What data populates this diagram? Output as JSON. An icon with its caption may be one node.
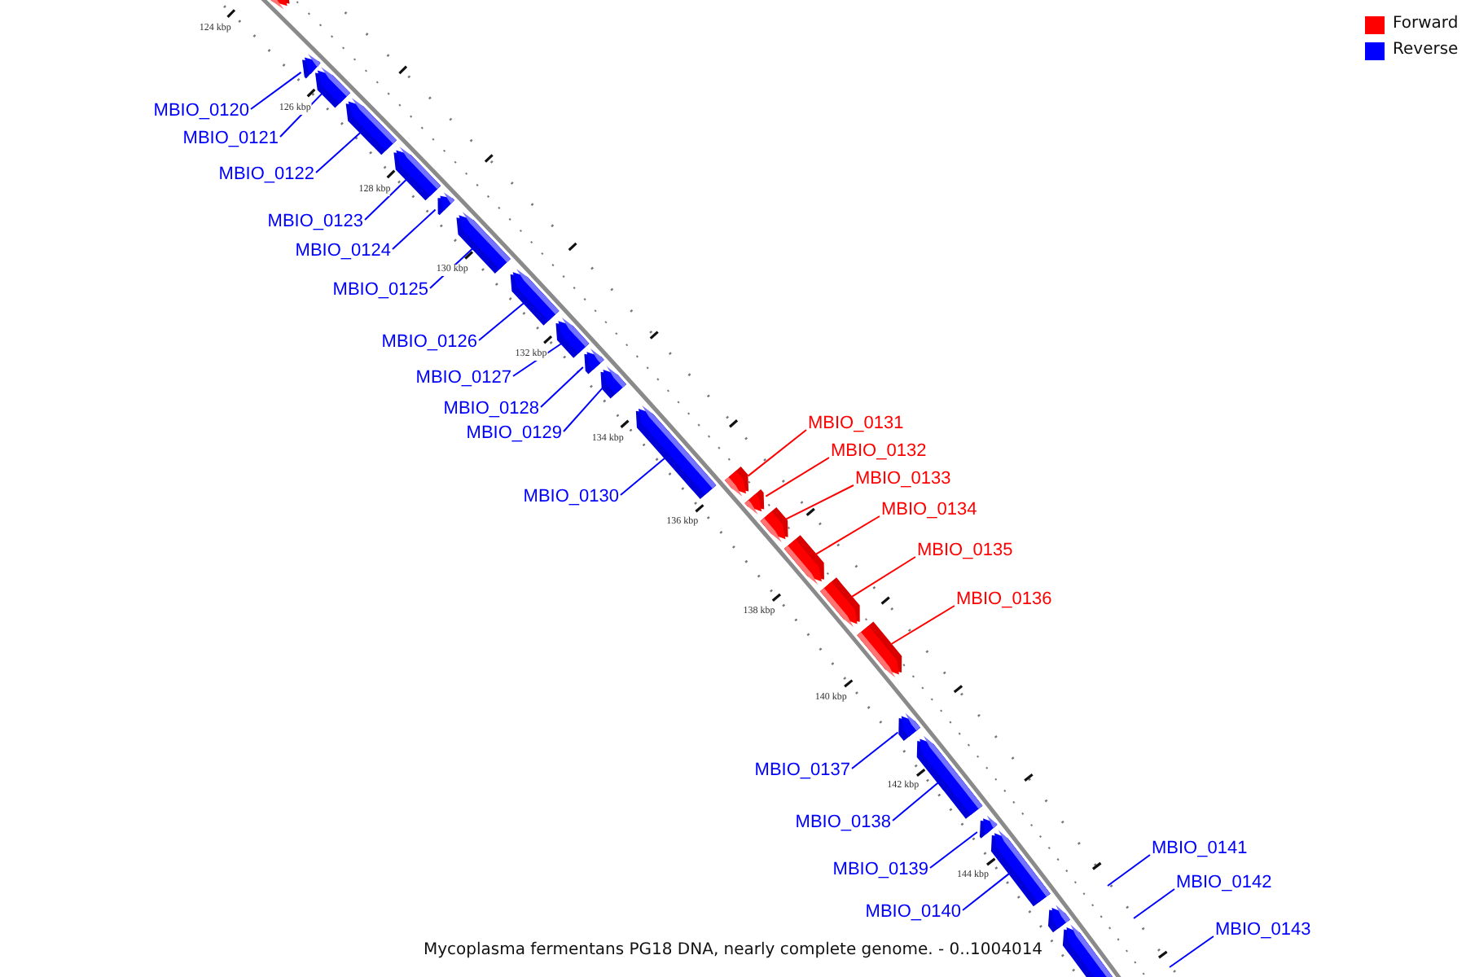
{
  "diagram": {
    "caption": "Mycoplasma fermentans PG18 DNA, nearly complete genome. - 0..1004014",
    "nodes": [
      {
        "text": [
          "MBIO_0120"
        ]
      },
      {
        "text": [
          "MBIO_0121"
        ]
      },
      {
        "text": [
          "MBIO_0122"
        ]
      },
      {
        "text": [
          "MBIO_0123"
        ]
      },
      {
        "text": [
          "MBIO_0124"
        ]
      },
      {
        "text": [
          "MBIO_0125"
        ]
      },
      {
        "text": [
          "MBIO_0126"
        ]
      },
      {
        "text": [
          "MBIO_0127"
        ]
      },
      {
        "text": [
          "MBIO_0128"
        ]
      },
      {
        "text": [
          "MBIO_0129"
        ]
      },
      {
        "text": [
          "MBIO_0130"
        ]
      },
      {
        "text": [
          "MBIO_0131"
        ]
      },
      {
        "text": [
          "MBIO_0132"
        ]
      },
      {
        "text": [
          "MBIO_0133"
        ]
      },
      {
        "text": [
          "MBIO_0134"
        ]
      },
      {
        "text": [
          "MBIO_0135"
        ]
      },
      {
        "text": [
          "MBIO_0136"
        ]
      },
      {
        "text": [
          "MBIO_0137"
        ]
      },
      {
        "text": [
          "MBIO_0138"
        ]
      },
      {
        "text": [
          "MBIO_0139"
        ]
      },
      {
        "text": [
          "MBIO_0140"
        ]
      },
      {
        "text": [
          "MBIO_0141"
        ]
      },
      {
        "text": [
          "MBIO_0142"
        ]
      },
      {
        "text": [
          "MBIO_0143"
        ]
      },
      {
        "text": [],
        "shape": "bar"
      },
      {
        "text": [],
        "shape": "bar"
      },
      {
        "text": [],
        "shape": "bar"
      },
      {
        "text": [],
        "shape": "bar"
      },
      {
        "text": [],
        "shape": "bar"
      },
      {
        "text": [],
        "shape": "bar"
      },
      {
        "text": [],
        "shape": "bar"
      },
      {
        "text": [],
        "shape": "bar"
      },
      {
        "text": [],
        "shape": "bar"
      },
      {
        "text": [],
        "shape": "bar"
      },
      {
        "text": [],
        "shape": "bar"
      },
      {
        "text": [],
        "shape": "bar"
      },
      {
        "text": [],
        "shape": "bar"
      },
      {
        "text": [],
        "shape": "bar"
      },
      {
        "text": [],
        "shape": "bar"
      },
      {
        "text": [],
        "shape": "bar"
      },
      {
        "text": [],
        "shape": "bar"
      },
      {
        "text": [],
        "shape": "bar"
      },
      {
        "text": [],
        "shape": "bar"
      },
      {
        "text": [],
        "shape": "bar"
      },
      {
        "text": [],
        "shape": "bar"
      },
      {
        "text": [],
        "shape": "bar"
      },
      {
        "text": [],
        "shape": "bar"
      },
      {
        "text": [],
        "shape": "bar"
      }
    ],
    "edges": [
      {
        "from": 0,
        "to": 25,
        "arrow": "none"
      },
      {
        "from": 1,
        "to": 26,
        "arrow": "none"
      },
      {
        "from": 2,
        "to": 27,
        "arrow": "none"
      },
      {
        "from": 3,
        "to": 28,
        "arrow": "none"
      },
      {
        "from": 4,
        "to": 29,
        "arrow": "none"
      },
      {
        "from": 5,
        "to": 30,
        "arrow": "none"
      },
      {
        "from": 6,
        "to": 31,
        "arrow": "none"
      },
      {
        "from": 7,
        "to": 32,
        "arrow": "none"
      },
      {
        "from": 8,
        "to": 33,
        "arrow": "none"
      },
      {
        "from": 9,
        "to": 34,
        "arrow": "none"
      },
      {
        "from": 10,
        "to": 35,
        "arrow": "none"
      },
      {
        "from": 11,
        "to": 36,
        "arrow": "none",
        "color": "#ff0000"
      },
      {
        "from": 12,
        "to": 37,
        "arrow": "none",
        "color": "#ff0000"
      },
      {
        "from": 13,
        "to": 38,
        "arrow": "none",
        "color": "#ff0000"
      },
      {
        "from": 14,
        "to": 39,
        "arrow": "none",
        "color": "#ff0000"
      },
      {
        "from": 15,
        "to": 40,
        "arrow": "none",
        "color": "#ff0000"
      },
      {
        "from": 16,
        "to": 41,
        "arrow": "none",
        "color": "#ff0000"
      },
      {
        "from": 17,
        "to": 42,
        "arrow": "none"
      },
      {
        "from": 18,
        "to": 43,
        "arrow": "none"
      },
      {
        "from": 19,
        "to": 44,
        "arrow": "none"
      },
      {
        "from": 20,
        "to": 45,
        "arrow": "none"
      },
      {
        "from": 21,
        "to": null,
        "arrow": "none"
      },
      {
        "from": 22,
        "to": null,
        "arrow": "none"
      },
      {
        "from": 23,
        "to": null,
        "arrow": "none"
      }
    ],
    "labels": [
      "124 kbp",
      "126 kbp",
      "128 kbp",
      "130 kbp",
      "132 kbp",
      "134 kbp",
      "136 kbp",
      "138 kbp",
      "140 kbp",
      "142 kbp",
      "144 kbp"
    ],
    "legend": [
      {
        "text": "Forward",
        "color": "#ff0000"
      },
      {
        "text": "Reverse",
        "color": "#0000ff"
      }
    ]
  }
}
